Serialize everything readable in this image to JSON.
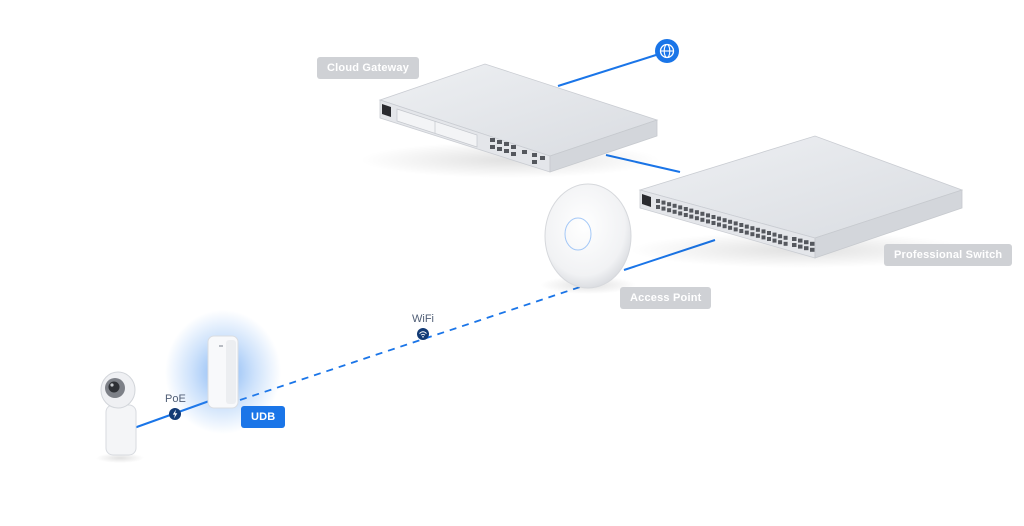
{
  "labels": {
    "cloud_gateway": "Cloud Gateway",
    "professional_switch": "Professional Switch",
    "access_point": "Access Point",
    "udb": "UDB",
    "wifi": "WiFi",
    "poe": "PoE"
  },
  "colors": {
    "link": "#1a75e8",
    "label_bg": "#cfd1d5",
    "udb_bg": "#1a75e8",
    "device_body": "#dfe1e6",
    "device_top": "#ebedf0"
  },
  "icons": {
    "internet": "globe-icon",
    "wifi": "wifi-icon",
    "poe": "bolt-icon"
  }
}
